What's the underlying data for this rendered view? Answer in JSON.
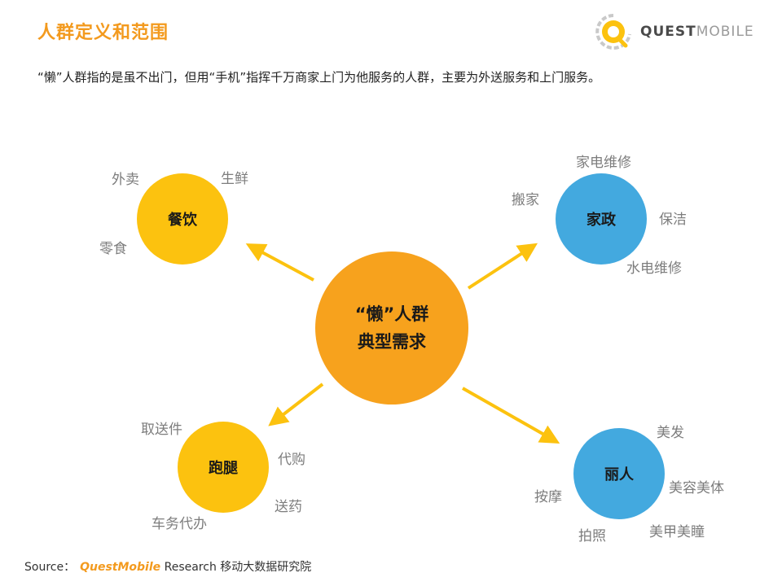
{
  "header": {
    "title": "人群定义和范围",
    "logo_quest": "QUEST",
    "logo_mobile": "MOBILE"
  },
  "subtitle": "“懒”人群指的是虽不出门，但用“手机”指挥千万商家上门为他服务的人群，主要为外送服务和上门服务。",
  "center": {
    "line1": "“懒”人群",
    "line2": "典型需求"
  },
  "categories": {
    "food": {
      "label": "餐饮",
      "items": [
        "外卖",
        "生鲜",
        "零食"
      ]
    },
    "home": {
      "label": "家政",
      "items": [
        "家电维修",
        "搬家",
        "保洁",
        "水电维修"
      ]
    },
    "errand": {
      "label": "跑腿",
      "items": [
        "取送件",
        "代购",
        "送药",
        "车务代办"
      ]
    },
    "beauty": {
      "label": "丽人",
      "items": [
        "美发",
        "美容美体",
        "按摩",
        "拍照",
        "美甲美瞳"
      ]
    }
  },
  "colors": {
    "title": "#f39a1e",
    "center": "#f7a21d",
    "yellow": "#fcc20f",
    "blue": "#43a9df",
    "arrow": "#fcc20f",
    "sub_text": "#7d7d7d"
  },
  "source": {
    "prefix": "Source：",
    "brand": "QuestMobile",
    "suffix": "Research 移动大数据研究院"
  }
}
